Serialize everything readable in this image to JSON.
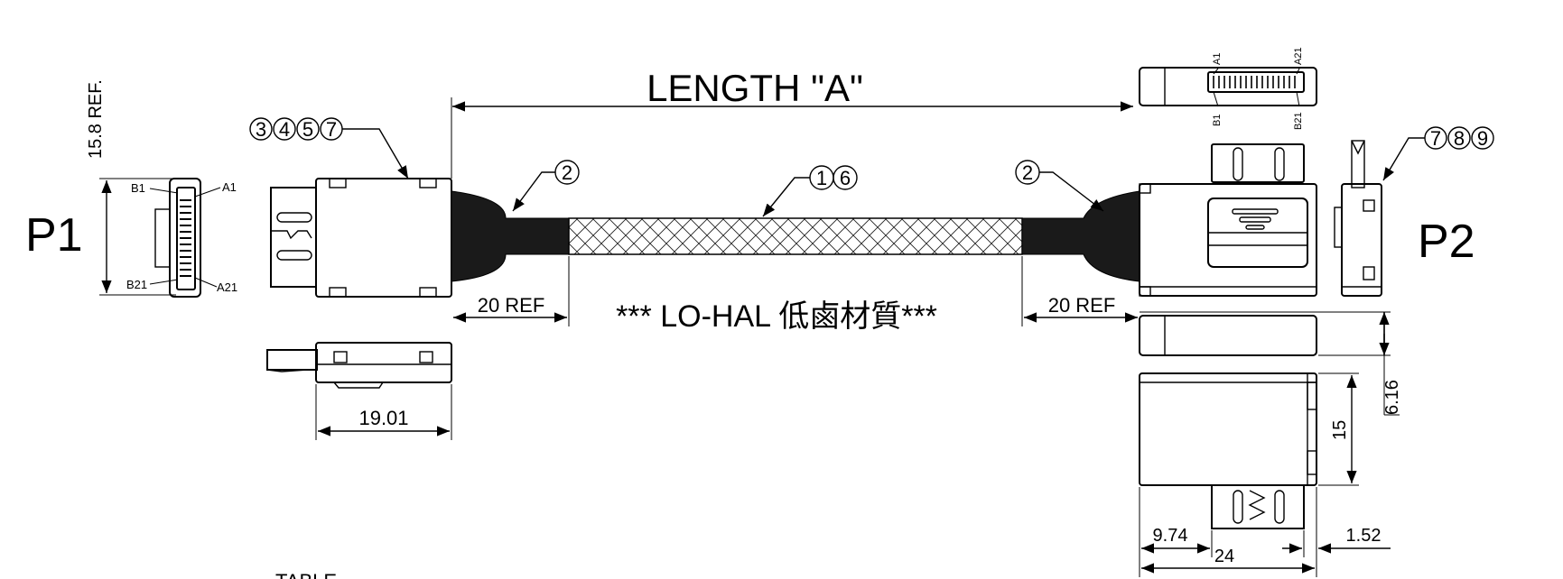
{
  "title": "LENGTH \"A\"",
  "note": "*** LO-HAL 低鹵材質***",
  "p1": {
    "label": "P1",
    "ref_dim": "15.8 REF.",
    "pins": {
      "b1": "B1",
      "a1": "A1",
      "b21": "B21",
      "a21": "A21"
    },
    "callout": [
      "3",
      "4",
      "5",
      "7"
    ],
    "width_dim": "19.01",
    "ref_length": "20 REF"
  },
  "cable": {
    "callout_left": [
      "2"
    ],
    "callout_center": [
      "1",
      "6"
    ],
    "callout_right": [
      "2"
    ]
  },
  "p2": {
    "label": "P2",
    "ref_length": "20 REF",
    "pins": {
      "a1": "A1",
      "a21": "A21",
      "b1": "B1",
      "b21": "B21"
    },
    "callout": [
      "7",
      "8",
      "9"
    ],
    "dims": {
      "d1": "6.16",
      "d2": "15",
      "d3": "9.74",
      "d4": "24",
      "d5": "1.52"
    }
  },
  "bottom_label": "TABLE"
}
